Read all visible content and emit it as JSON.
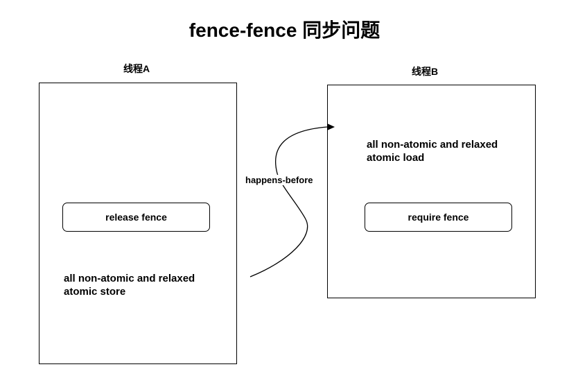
{
  "diagram": {
    "title": "fence-fence 同步问题",
    "thread_a": {
      "label": "线程A",
      "fence": "release fence",
      "note_line1": "all non-atomic and relaxed",
      "note_line2": "atomic store"
    },
    "thread_b": {
      "label": "线程B",
      "fence": "require fence",
      "note_line1": "all non-atomic and relaxed",
      "note_line2": "atomic load"
    },
    "edge": {
      "label": "happens-before",
      "from": "thread A store",
      "to": "thread B load"
    }
  }
}
